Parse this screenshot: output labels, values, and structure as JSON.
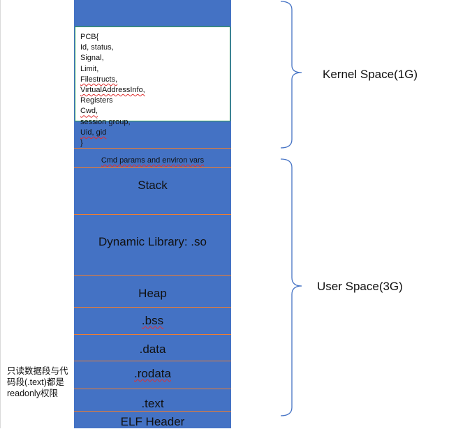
{
  "pcb": {
    "lines": [
      "PCB{",
      "Id, status,",
      "Signal,",
      "Limit,",
      "Filestructs,",
      "VirtualAddressInfo,",
      "Registers",
      "Cwd,",
      "session group,",
      "Uid, gid",
      "}"
    ]
  },
  "segments": {
    "cmd_params": "Cmd params and environ vars",
    "stack": "Stack",
    "dynamic_library": "Dynamic Library: .so",
    "heap": "Heap",
    "bss": ".bss",
    "data": ".data",
    "rodata": ".rodata",
    "text": ".text",
    "elf_header": "ELF Header"
  },
  "annotations": {
    "kernel_space": "Kernel Space(1G)",
    "user_space": "User Space(3G)",
    "readonly_note": "只读数据段与代码段(.text)都是readonly权限"
  },
  "colors": {
    "segment_fill": "#4472c4",
    "divider": "#ed7d31",
    "pcb_border": "#2e9e48",
    "brace": "#4472c4"
  }
}
